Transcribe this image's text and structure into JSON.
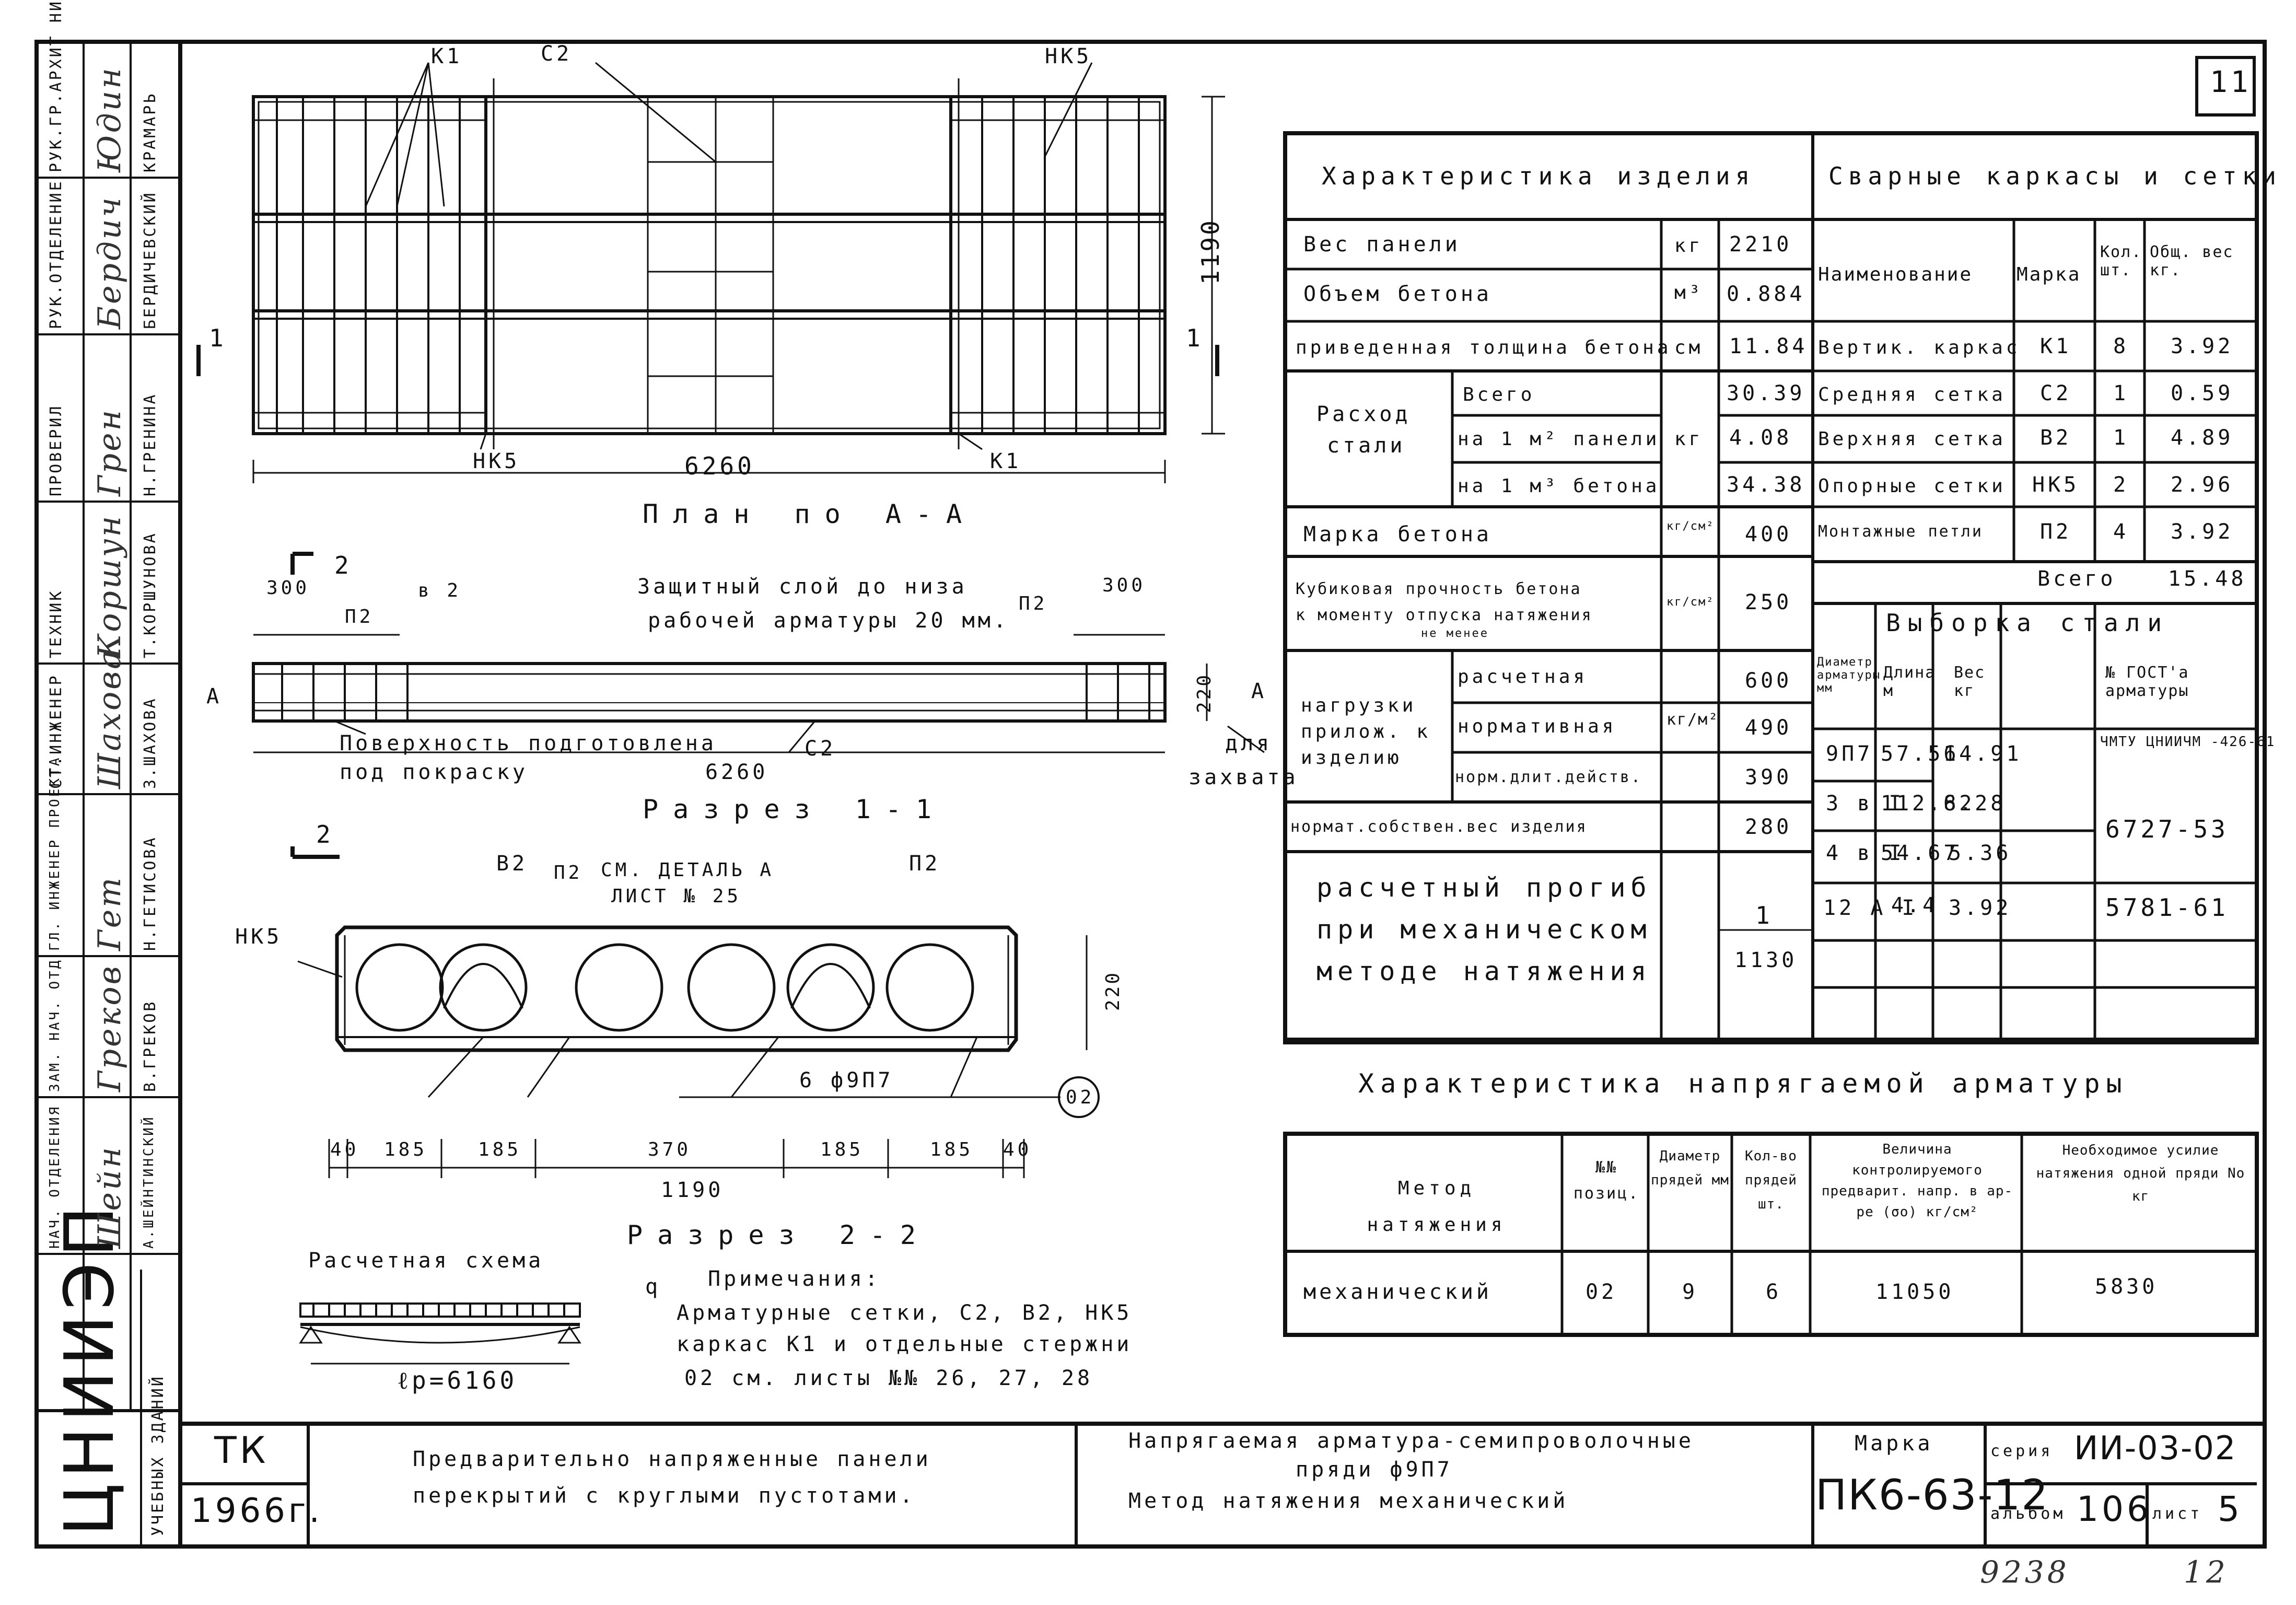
{
  "sheet": {
    "number": "11",
    "handwritten": [
      "9238",
      "12"
    ]
  },
  "stamp_column": {
    "roles": [
      "РУК.ГР.АРХИТ НИИЖБ",
      "РУК.ОТДЕЛЕНИЕ",
      "ПРОВЕРИЛ",
      "ТЕХНИК",
      "СТ.ИНЖЕНЕР",
      "ГЛ. ИНЖЕНЕР ПРОЕКТА",
      "ЗАМ. НАЧ. ОТД",
      "НАЧ. ОТДЕЛЕНИЯ"
    ],
    "names": [
      "КРАМАРЬ",
      "БЕРДИЧЕВСКИЙ",
      "Н.ГРЕНИНА",
      "Т.КОРШУНОВА",
      "З.ШАХОВА",
      "Н.ГЕТИСОВА",
      "В.ГРЕКОВ",
      "А.ШЕЙНТИНСКИЙ"
    ],
    "org_logo": "ЦНИИЭП",
    "org_sub": "УЧЕБНЫХ ЗДАНИЙ"
  },
  "plan": {
    "labels": {
      "k1": "К1",
      "c2": "С2",
      "nk5": "НК5",
      "nk5_bottom": "НК5",
      "k1_bottom": "К1",
      "length": "6260",
      "width": "1190",
      "cut1_left": "1",
      "cut1_right": "1"
    },
    "title": "План по А-А"
  },
  "section11": {
    "left_dim": "300",
    "right_dim": "300",
    "b2": "в 2",
    "p2_left": "П2",
    "p2_right": "П2",
    "note_line1": "Защитный слой до низа",
    "note_line2": "рабочей арматуры 20 мм.",
    "cut2": "2",
    "a_left": "А",
    "a_right": "А",
    "height": "220",
    "surface_line1": "Поверхность подготовлена",
    "surface_line2": "под покраску",
    "length": "6260",
    "c2": "С2",
    "grip_line1": "для",
    "grip_line2": "захвата",
    "title": "Разрез 1-1"
  },
  "section22": {
    "cut_mark": "2",
    "b2": "В2",
    "p2": "П2",
    "detail_line1": "СМ. ДЕТАЛЬ А",
    "detail_line2": "ЛИСТ № 25",
    "p2_right": "П2",
    "nk5": "НК5",
    "height": "220",
    "tendons": "6 ф9П7",
    "callout": "02",
    "dims": [
      "40",
      "185",
      "185",
      "370",
      "185",
      "185",
      "40"
    ],
    "total": "1190",
    "title": "Разрез 2-2"
  },
  "calc_scheme": {
    "title": "Расчетная схема",
    "q": "q",
    "span": "ℓр=6160"
  },
  "notes": {
    "heading": "Примечания:",
    "line1": "Арматурные сетки, С2, В2, НК5",
    "line2": "каркас К1 и отдельные стержни",
    "line3": "02 см. листы №№ 26, 27, 28"
  },
  "characteristics": {
    "title": "Характеристика изделия",
    "rows": {
      "weight_label": "Вес панели",
      "weight_unit": "кг",
      "weight_value": "2210",
      "volume_label": "Объем бетона",
      "volume_unit": "м³",
      "volume_value": "0.884",
      "thickness_label": "приведенная толщина бетона",
      "thickness_unit": "см",
      "thickness_value": "11.84",
      "steel_label_1": "Расход",
      "steel_label_2": "стали",
      "steel_total_label": "Всего",
      "steel_total_value": "30.39",
      "steel_m2_label": "на 1 м² панели",
      "steel_m2_value": "4.08",
      "steel_unit": "кг",
      "steel_m3_label": "на 1 м³ бетона",
      "steel_m3_value": "34.38",
      "grade_label": "Марка бетона",
      "grade_unit": "кг/см²",
      "grade_value": "400",
      "cube_label_1": "Кубиковая прочность бетона",
      "cube_label_2": "к моменту отпуска натяжения",
      "cube_label_3": "не менее",
      "cube_unit": "кг/см²",
      "cube_value": "250",
      "load_label_1": "нагрузки",
      "load_label_2": "прилож. к",
      "load_label_3": "изделию",
      "load_calc_label": "расчетная",
      "load_calc_value": "600",
      "load_norm_label": "нормативная",
      "load_norm_value": "490",
      "load_long_label": "норм.длит.действ.",
      "load_long_value": "390",
      "load_unit": "кг/м²",
      "selfweight_label": "нормат.собствен.вес изделия",
      "selfweight_value": "280",
      "deflection_line1": "расчетный прогиб",
      "deflection_line2": "при механическом",
      "deflection_line3": "методе натяжения",
      "deflection_num": "1",
      "deflection_den": "1130"
    }
  },
  "welded": {
    "title": "Сварные каркасы и сетки",
    "headers": [
      "Наименование",
      "Марка",
      "Кол. шт.",
      "Общ. вес кг."
    ],
    "rows": [
      {
        "name": "Вертик. каркас",
        "mark": "К1",
        "qty": "8",
        "weight": "3.92"
      },
      {
        "name": "Средняя сетка",
        "mark": "С2",
        "qty": "1",
        "weight": "0.59"
      },
      {
        "name": "Верхняя сетка",
        "mark": "В2",
        "qty": "1",
        "weight": "4.89"
      },
      {
        "name": "Опорные сетки",
        "mark": "НК5",
        "qty": "2",
        "weight": "2.96"
      },
      {
        "name": "Монтажные петли",
        "mark": "П2",
        "qty": "4",
        "weight": "3.92"
      }
    ],
    "total_label": "Всего",
    "total_value": "15.48"
  },
  "steel_selection": {
    "title": "Выборка стали",
    "headers": [
      "Диаметр арматуры мм",
      "Длина м",
      "Вес кг",
      "№ ГОСТ'а арматуры"
    ],
    "rows": [
      {
        "dia": "9П7",
        "len": "57.56",
        "wt": "14.91",
        "gost": "ЧМТУ ЦНИИЧМ -426-61"
      },
      {
        "dia": "3 в I",
        "len": "112.82",
        "wt": "6.28",
        "gost": "6727-53"
      },
      {
        "dia": "4 в I",
        "len": "54.67",
        "wt": "5.36",
        "gost": ""
      },
      {
        "dia": "12 A I",
        "len": "4.4",
        "wt": "3.92",
        "gost": "5781-61"
      }
    ]
  },
  "prestress": {
    "title": "Характеристика напрягаемой арматуры",
    "headers": [
      "Метод натяжения",
      "№№ позиц.",
      "Диаметр прядей мм",
      "Кол-во прядей шт.",
      "Величина контролируемого предварит. напр. в ар-ре (σо) кг/см²",
      "Необходимое усилие натяжения одной пряди No кг"
    ],
    "row": {
      "method": "механический",
      "pos": "02",
      "dia": "9",
      "qty": "6",
      "stress": "11050",
      "force": "5830"
    }
  },
  "title_block": {
    "tk": "ТК",
    "year": "1966г.",
    "name_line1": "Предварительно напряженные панели",
    "name_line2": "перекрытий с круглыми пустотами.",
    "desc_line1": "Напрягаемая арматура-семипроволочные",
    "desc_line2": "пряди ф9П7",
    "desc_line3": "Метод натяжения механический",
    "mark_label": "Марка",
    "mark_value": "ПК6-63-12",
    "series_label": "серия",
    "series_value": "ИИ-03-02",
    "album_label": "альбом",
    "album_value": "106",
    "sheet_label": "лист",
    "sheet_value": "5"
  }
}
